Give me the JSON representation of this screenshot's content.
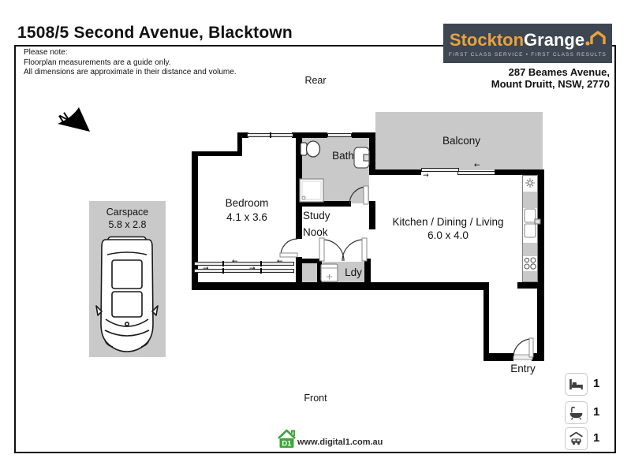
{
  "title": "1508/5 Second Avenue, Blacktown",
  "disclaimer": {
    "l1": "Please note:",
    "l2": "Floorplan measurements are a guide only.",
    "l3": "All dimensions are approximate in their distance and volume."
  },
  "agency": {
    "brand_primary": "Stockton",
    "brand_secondary": "Grange",
    "tagline": "FIRST CLASS SERVICE  •  FIRST CLASS RESULTS",
    "address1": "287 Beames Avenue,",
    "address2": "Mount Druitt, NSW, 2770"
  },
  "orientation": {
    "rear": "Rear",
    "front": "Front",
    "north": "N"
  },
  "rooms": {
    "bedroom": {
      "name": "Bedroom",
      "dims": "4.1 x 3.6"
    },
    "bath": {
      "name": "Bath"
    },
    "study": {
      "line1": "Study",
      "line2": "Nook"
    },
    "living": {
      "name": "Kitchen / Dining / Living",
      "dims": "6.0 x 4.0"
    },
    "balcony": {
      "name": "Balcony"
    },
    "laundry": {
      "name": "Ldy"
    },
    "entry": {
      "name": "Entry"
    },
    "carspace": {
      "name": "Carspace",
      "dims": "5.8 x 2.8"
    }
  },
  "features": {
    "beds": "1",
    "baths": "1",
    "cars": "1"
  },
  "watermark": {
    "badge": "D1",
    "url": "www.digital1.com.au"
  },
  "colors": {
    "floor_gray": "#C9C9C9",
    "wall": "#000000",
    "logo_bg": "#3D4651",
    "logo_gold": "#E8A33C",
    "logo_tagline": "#C3C8CE",
    "digital1_green": "#3FA63B"
  }
}
